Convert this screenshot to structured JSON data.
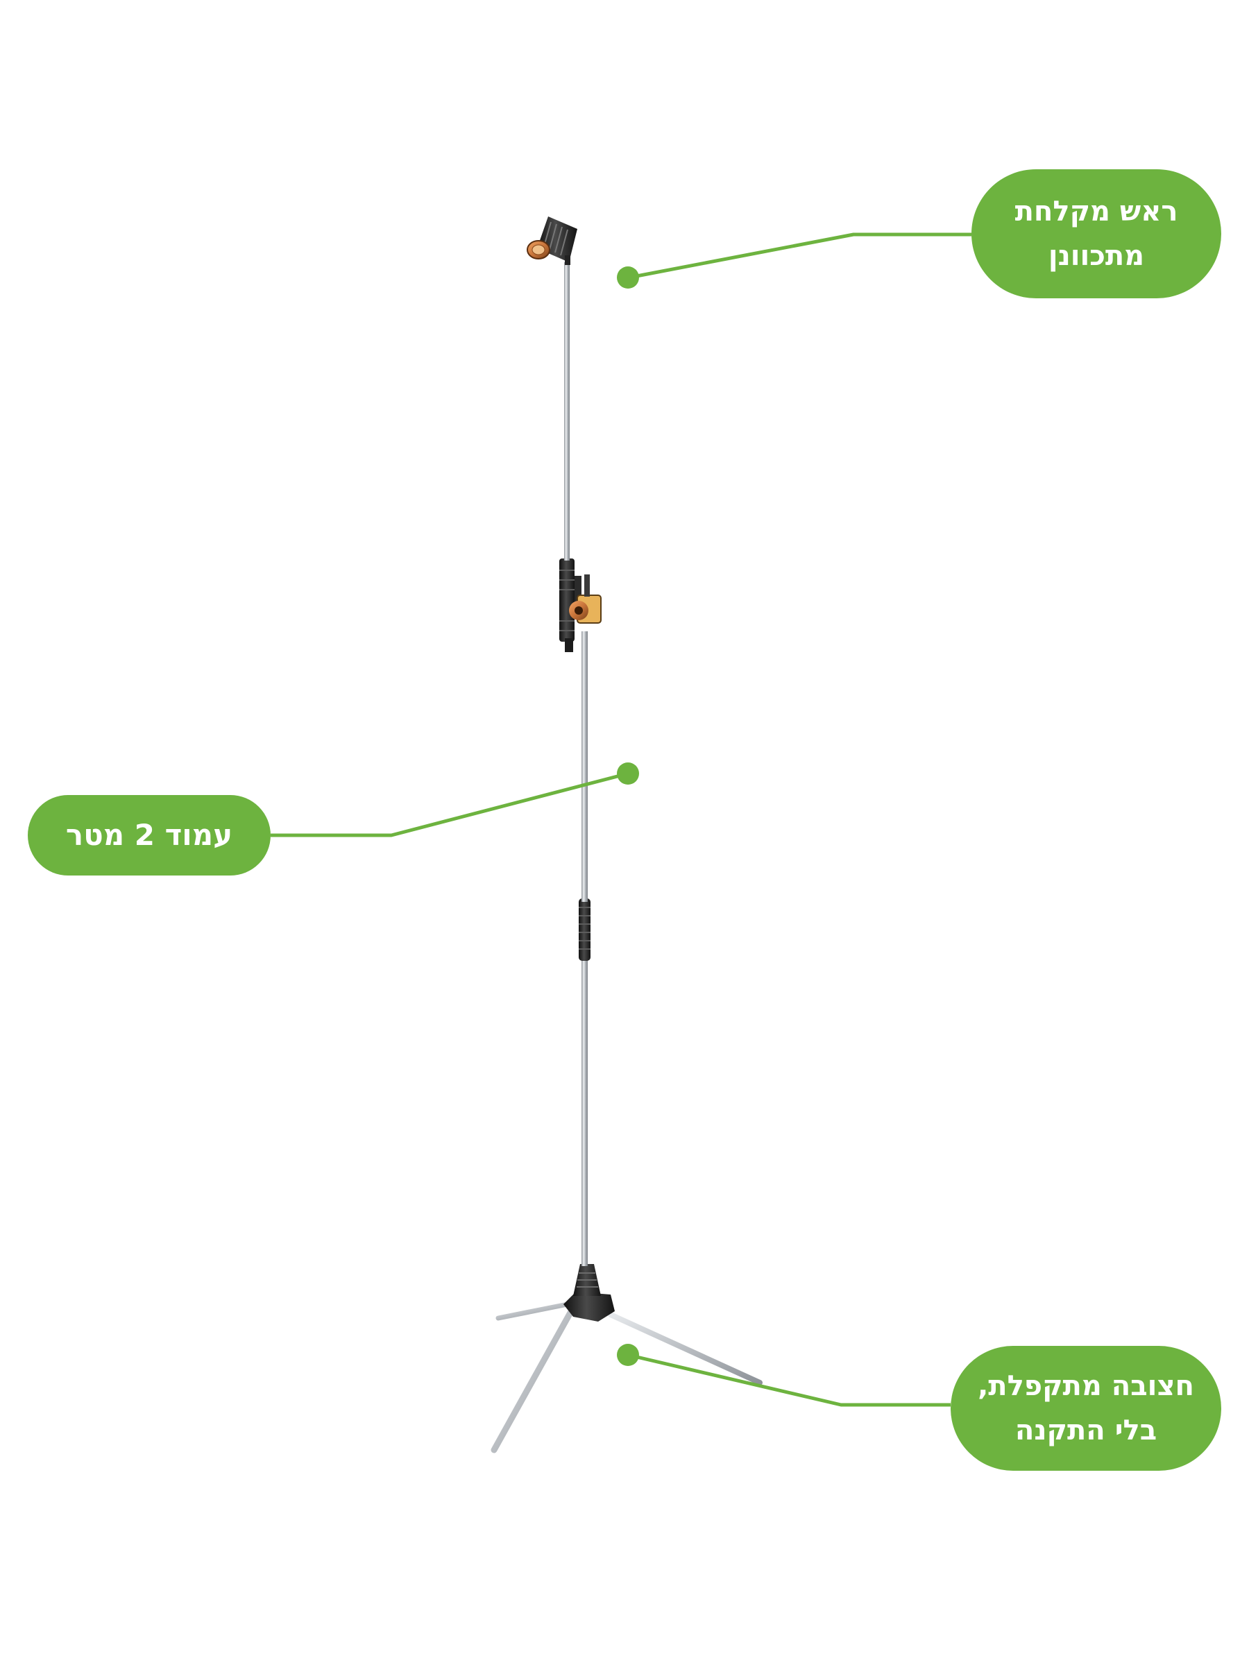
{
  "callouts": {
    "head": {
      "line1": "ראש מקלחת",
      "line2": "מתכוונן"
    },
    "pole": {
      "line1": "עמוד 2 מטר"
    },
    "base": {
      "line1": "חצובה מתקפלת,",
      "line2": "בלי התקנה"
    }
  },
  "colors": {
    "accent_green": "#6db33f",
    "text_white": "#ffffff",
    "pole_silver": "#b9bdc2",
    "joint_black": "#2a2a2a",
    "copper": "#c8743a"
  }
}
